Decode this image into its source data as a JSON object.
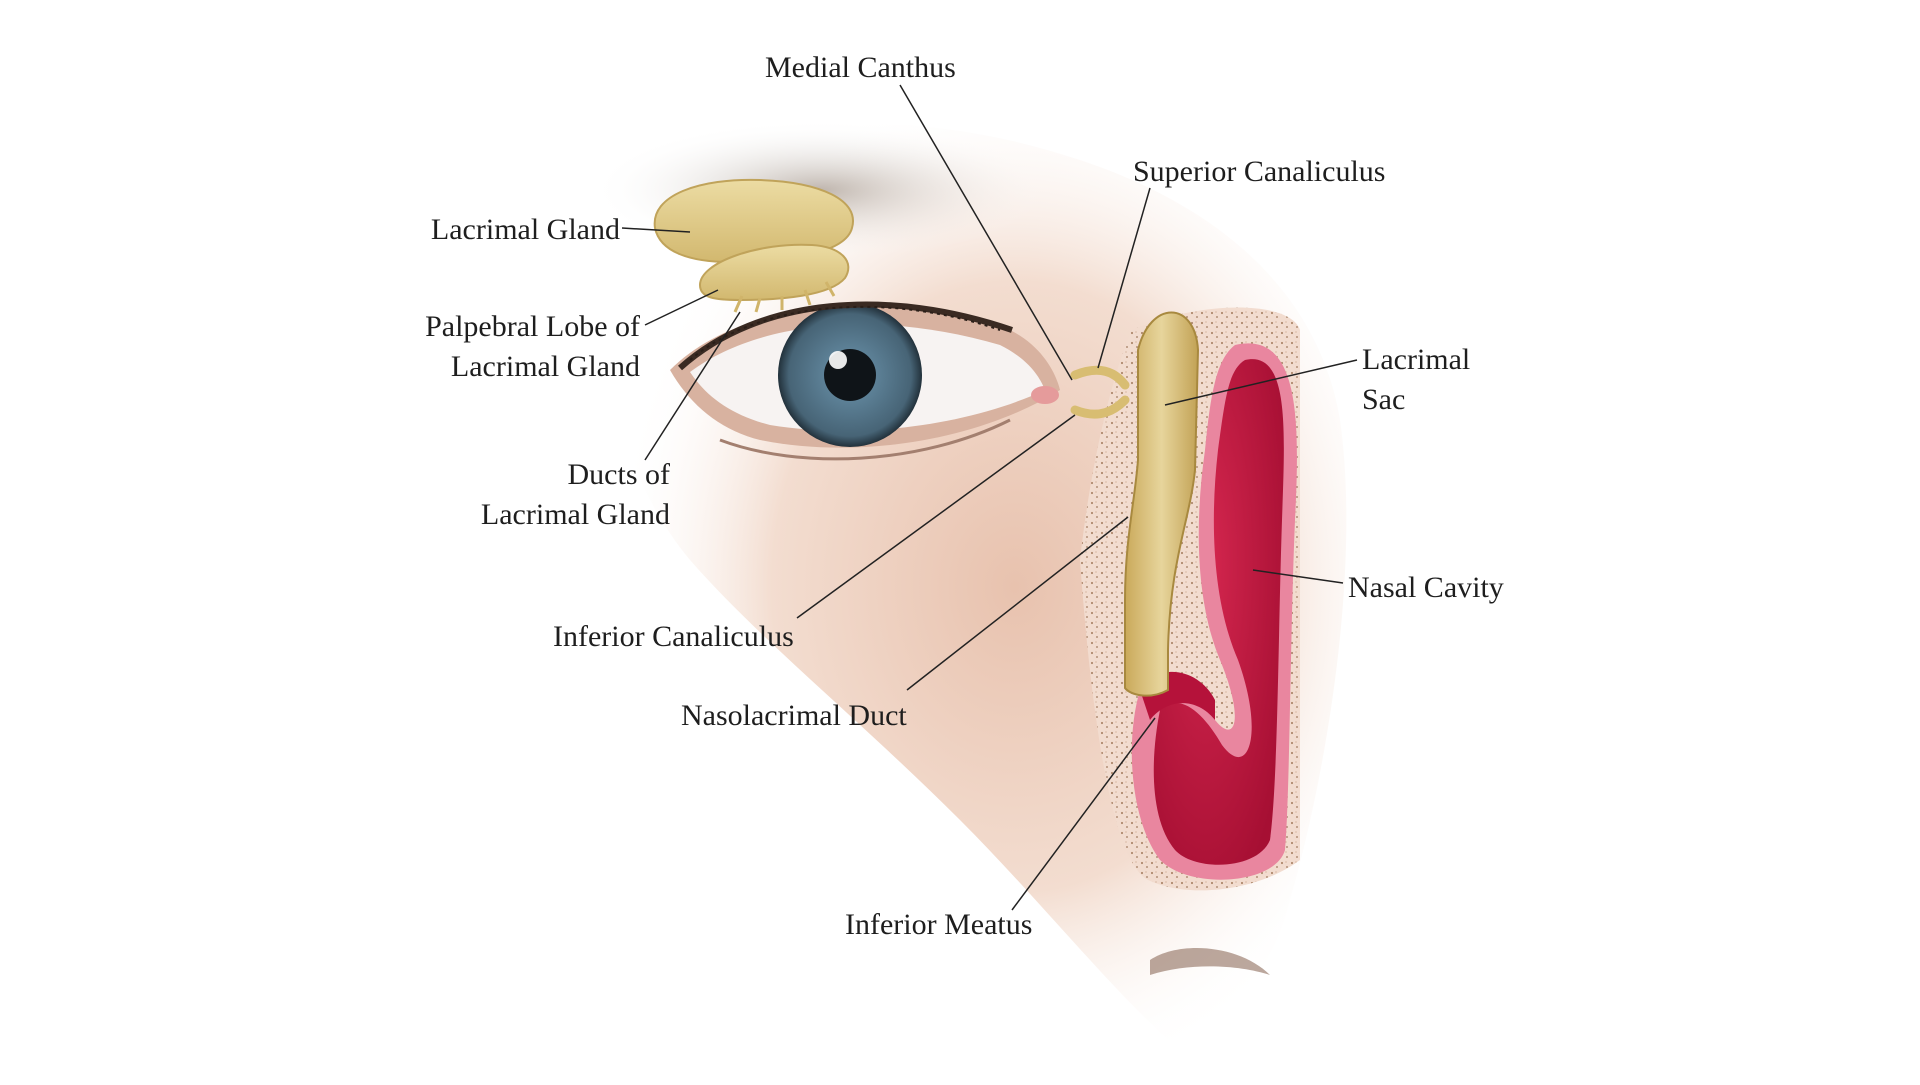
{
  "labels": {
    "medial_canthus": "Medial Canthus",
    "superior_canaliculus": "Superior Canaliculus",
    "lacrimal_gland": "Lacrimal Gland",
    "palpebral_lobe": [
      "Palpebral Lobe of",
      "Lacrimal Gland"
    ],
    "lacrimal_sac": [
      "Lacrimal",
      "Sac"
    ],
    "ducts": [
      "Ducts of",
      "Lacrimal Gland"
    ],
    "nasal_cavity": "Nasal Cavity",
    "inferior_canaliculus": "Inferior Canaliculus",
    "nasolacrimal_duct": "Nasolacrimal Duct",
    "inferior_meatus": "Inferior Meatus"
  },
  "colors": {
    "gland": "#e2cd8a",
    "gland_edge": "#b79c4f",
    "nasal_red": "#c8123e",
    "nasal_pink": "#ec8aa2",
    "bone": "#f3dccf",
    "skin": "#efd3c3",
    "iris": "#4c6e85"
  },
  "icons": [
    "eye-illustration",
    "lacrimal-gland-illustration",
    "lacrimal-duct-illustration",
    "nasal-cavity-illustration"
  ]
}
